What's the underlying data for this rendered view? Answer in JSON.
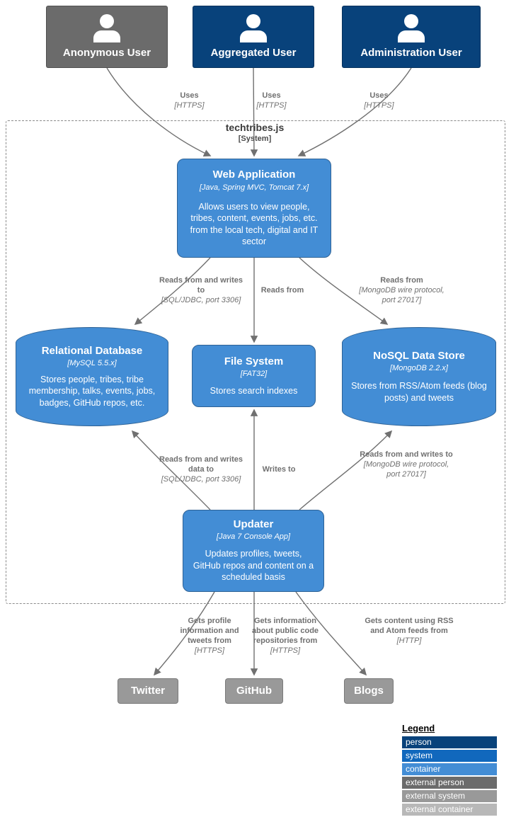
{
  "colors": {
    "person": "#08427b",
    "system": "#1168bd",
    "container": "#438dd5",
    "external_person": "#6b6b6b",
    "external_system": "#999999",
    "external_container": "#b8b8b8",
    "edge": "#707070"
  },
  "boundary": {
    "title": "techtribes.js",
    "subtitle": "[System]"
  },
  "actors": [
    {
      "name": "Anonymous User"
    },
    {
      "name": "Aggregated User"
    },
    {
      "name": "Administration User"
    }
  ],
  "nodes": {
    "web_application": {
      "title": "Web Application",
      "tech": "[Java, Spring MVC, Tomcat 7.x]",
      "description": "Allows users to view people, tribes, content, events, jobs, etc. from the local tech, digital and IT sector"
    },
    "relational_database": {
      "title": "Relational Database",
      "tech": "[MySQL 5.5.x]",
      "description": "Stores people, tribes, tribe membership, talks, events, jobs, badges, GitHub repos, etc."
    },
    "file_system": {
      "title": "File System",
      "tech": "[FAT32]",
      "description": "Stores search indexes"
    },
    "nosql_data_store": {
      "title": "NoSQL Data Store",
      "tech": "[MongoDB 2.2.x]",
      "description": "Stores from RSS/Atom feeds (blog posts) and tweets"
    },
    "updater": {
      "title": "Updater",
      "tech": "[Java 7 Console App]",
      "description": "Updates profiles, tweets, GitHub repos and content on a scheduled basis"
    }
  },
  "external_systems": [
    {
      "name": "Twitter"
    },
    {
      "name": "GitHub"
    },
    {
      "name": "Blogs"
    }
  ],
  "edges": [
    {
      "label": "Uses",
      "tech": "[HTTPS]"
    },
    {
      "label": "Uses",
      "tech": "[HTTPS]"
    },
    {
      "label": "Uses",
      "tech": "[HTTPS]"
    },
    {
      "label": "Reads from and writes to",
      "tech": "[SQL/JDBC, port 3306]"
    },
    {
      "label": "Reads from",
      "tech": ""
    },
    {
      "label": "Reads from",
      "tech": "[MongoDB wire protocol, port 27017]"
    },
    {
      "label": "Reads from and writes data to",
      "tech": "[SQL/JDBC, port 3306]"
    },
    {
      "label": "Writes to",
      "tech": ""
    },
    {
      "label": "Reads from and writes to",
      "tech": "[MongoDB wire protocol, port 27017]"
    },
    {
      "label": "Gets profile information and tweets from",
      "tech": "[HTTPS]"
    },
    {
      "label": "Gets information about public code repositories from",
      "tech": "[HTTPS]"
    },
    {
      "label": "Gets content using RSS and Atom feeds from",
      "tech": "[HTTP]"
    }
  ],
  "legend": {
    "title": "Legend",
    "items": [
      {
        "label": "person",
        "color": "#08427b"
      },
      {
        "label": "system",
        "color": "#1168bd"
      },
      {
        "label": "container",
        "color": "#438dd5"
      },
      {
        "label": "external person",
        "color": "#6b6b6b"
      },
      {
        "label": "external system",
        "color": "#999999"
      },
      {
        "label": "external container",
        "color": "#b8b8b8"
      }
    ]
  }
}
